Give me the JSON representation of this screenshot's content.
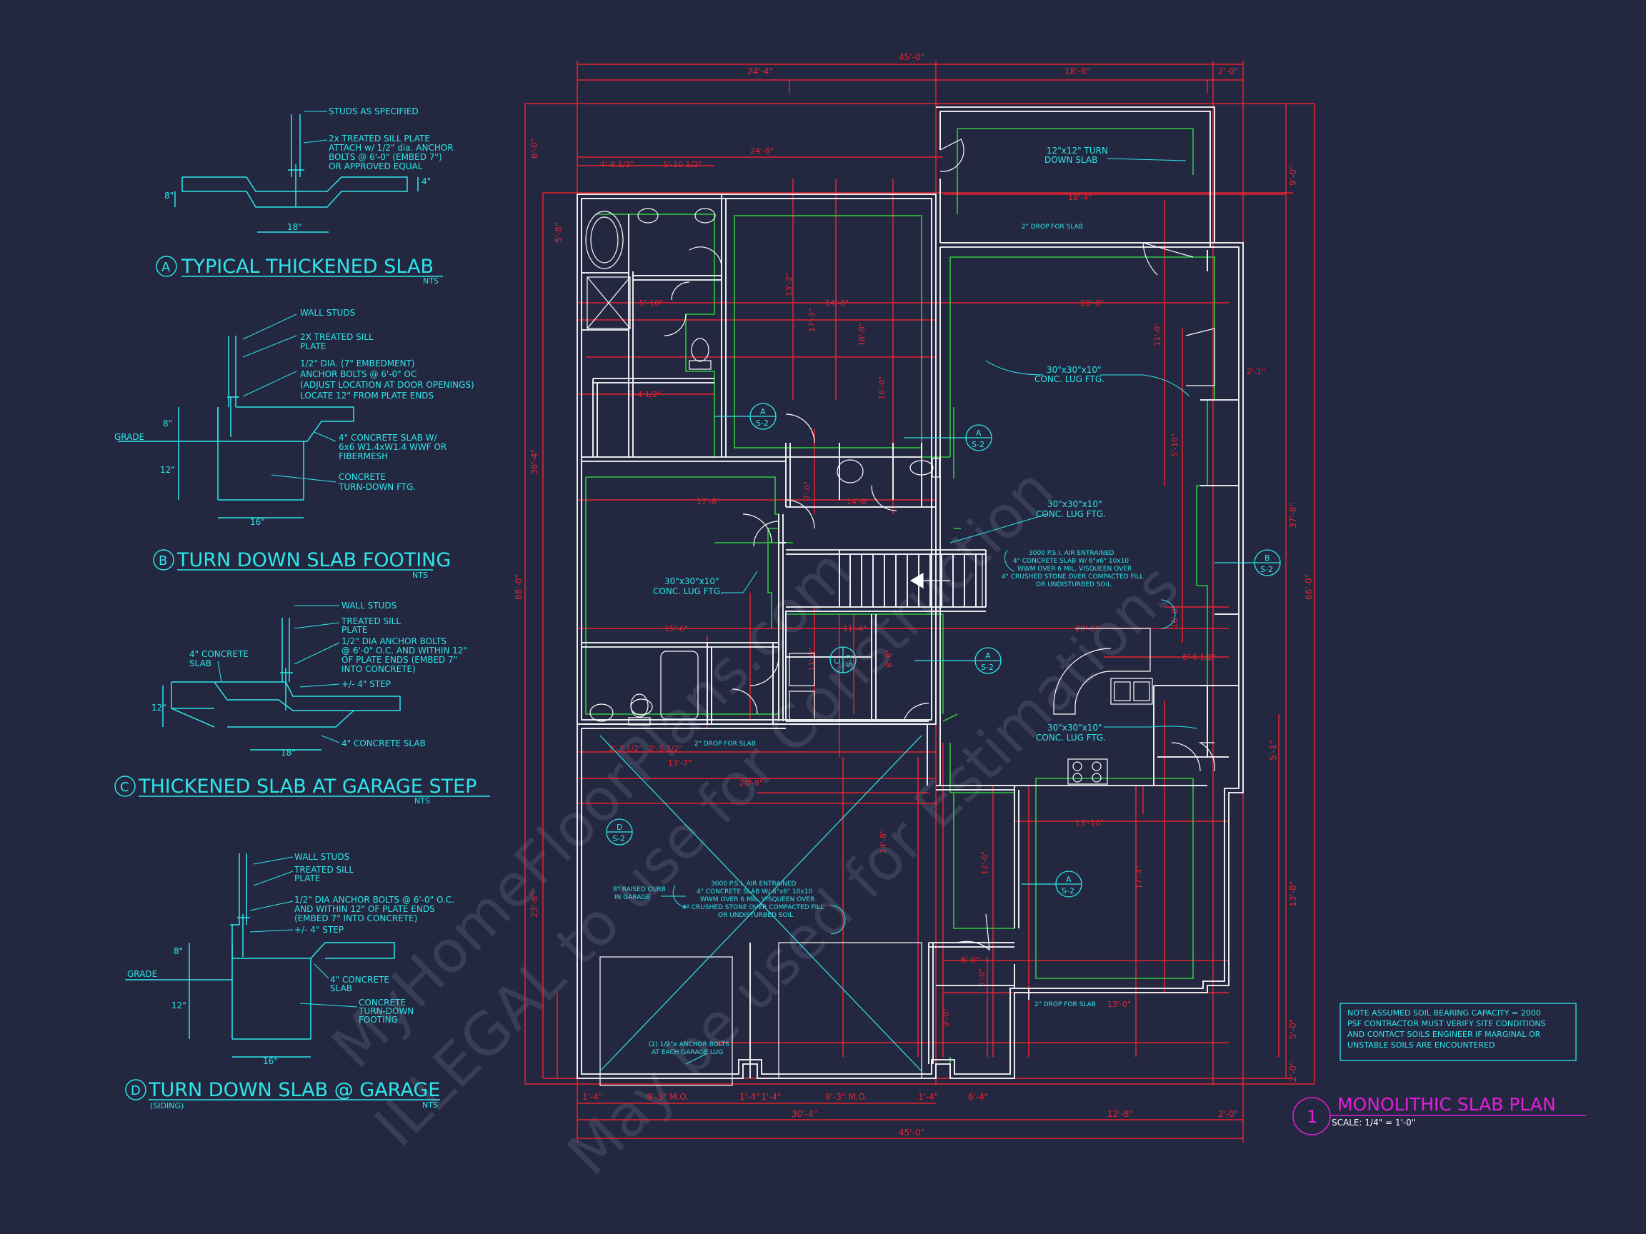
{
  "colors": {
    "background": "#232840",
    "dimension": "#e8232f",
    "annotation": "#2ee6ea",
    "wall": "#ffffff",
    "footing": "#2fc83f",
    "title_accent": "#e020d8",
    "watermark": "#4b5168"
  },
  "details": {
    "a": {
      "letter": "A",
      "title": "TYPICAL THICKENED SLAB",
      "scale": "NTS",
      "notes": [
        "STUDS AS SPECIFIED",
        "2x TREATED SILL PLATE",
        "ATTACH w/ 1/2\" dia. ANCHOR",
        "BOLTS @ 6'-0\" (EMBED 7\")",
        "OR APPROVED EQUAL"
      ],
      "dim_width": "18\"",
      "dim_depth": "8\"",
      "dim_slab": "4\""
    },
    "b": {
      "letter": "B",
      "title": "TURN DOWN SLAB FOOTING",
      "scale": "NTS",
      "notes": [
        "WALL STUDS",
        "2X TREATED SILL",
        "PLATE",
        "1/2\" DIA. (7\" EMBEDMENT)",
        "ANCHOR BOLTS @ 6'-0\" OC",
        "(ADJUST LOCATION AT DOOR OPENINGS)",
        "LOCATE 12\" FROM PLATE ENDS",
        "4\" CONCRETE SLAB W/",
        "6x6 W1.4xW1.4 WWF OR",
        "FIBERMESH",
        "CONCRETE",
        "TURN-DOWN FTG."
      ],
      "grade": "GRADE",
      "dim_8": "8\"",
      "dim_12": "12\"",
      "dim_width": "16\""
    },
    "c": {
      "letter": "C",
      "title": "THICKENED SLAB AT GARAGE STEP",
      "scale": "NTS",
      "notes": [
        "WALL STUDS",
        "TREATED SILL",
        "PLATE",
        "1/2\" DIA ANCHOR BOLTS",
        "@ 6'-0\" O.C. AND WITHIN 12\"",
        "OF PLATE ENDS (EMBED 7\"",
        "INTO CONCRETE)",
        "+/- 4\" STEP",
        "4\" CONCRETE SLAB"
      ],
      "left_note": [
        "4\" CONCRETE",
        "SLAB"
      ],
      "dim_width": "18\"",
      "dim_depth": "12\""
    },
    "d": {
      "letter": "D",
      "title": "TURN DOWN SLAB @ GARAGE",
      "subtitle": "(SIDING)",
      "scale": "NTS",
      "notes": [
        "WALL STUDS",
        "TREATED SILL",
        "PLATE",
        "1/2\" DIA ANCHOR BOLTS @ 6'-0\" O.C.",
        "AND WITHIN 12\" OF PLATE ENDS",
        "(EMBED 7\" INTO CONCRETE)",
        "+/- 4\" STEP",
        "4\" CONCRETE",
        "SLAB",
        "CONCRETE",
        "TURN-DOWN",
        "FOOTING"
      ],
      "grade": "GRADE",
      "dim_8": "8\"",
      "dim_12": "12\"",
      "dim_width": "16\""
    }
  },
  "plan": {
    "dims_top": {
      "overall": "45'-0\"",
      "left": "24'-4\"",
      "mid": "18'-8\"",
      "right": "2'-0\""
    },
    "dims_bottom": {
      "overall": "45'-0\"",
      "left": "30'-4\"",
      "right": "12'-8\"",
      "tail": "2'-0\""
    },
    "dims_bottom_small": [
      "1'-4\"",
      "9'-3\" M.O.",
      "1'-4\"",
      "1'-4\"",
      "9'-3\" M.O.",
      "1'-4\"",
      "6'-4\""
    ],
    "dims_left": {
      "overall": "68'-0\"",
      "upper": "36'-4\"",
      "lower": "23'-8\"",
      "top": "6'-0\"",
      "bath": "5'-8\""
    },
    "dims_right": {
      "overall": "66'-0\"",
      "upper": "37'-8\"",
      "top": "9'-0\"",
      "mid": "13'-8\"",
      "low1": "5'-1\"",
      "low2": "5'-0\"",
      "tail": "2'-0\""
    },
    "interior_dims": [
      "24'-8\"",
      "4'-8 1/2\"",
      "5'-10 1/2\"",
      "18'-4\"",
      "5'-10\"",
      "14'-8\"",
      "20'-8\"",
      "13'-2\"",
      "17'-3\"",
      "18'-8\"",
      "6'-4 1/2\"",
      "17'-8\"",
      "7'-0\"",
      "14'-8\"",
      "15'-6\"",
      "11'-4\"",
      "11'-0\"",
      "20'-0\"",
      "6'-6 1/2\"",
      "13'-7\"",
      "20'-8\"",
      "2'-7 1/2\"",
      "2'-5 1/2\"",
      "13'-10\"",
      "17'-3\"",
      "12'-0\"",
      "13'-0\"",
      "6'-0\"",
      "5'-0\"",
      "9'-0\"",
      "14'-8\"",
      "5'-10\"",
      "2'-1\"",
      "11'-8\"",
      "16'-8\"",
      "16'-0\"",
      "8'-6\""
    ],
    "labels": {
      "turn_down": [
        "12\"x12\" TURN",
        "DOWN SLAB"
      ],
      "drop_top": "2\" DROP FOR SLAB",
      "lug1": [
        "30\"x30\"x10\"",
        "CONC. LUG FTG."
      ],
      "lug2": [
        "30\"x30\"x10\"",
        "CONC. LUG FTG."
      ],
      "lug3": [
        "30\"x30\"x10\"",
        "CONC. LUG FTG."
      ],
      "lug4": [
        "30\"x30\"x10\"",
        "CONC. LUG FTG."
      ],
      "slab_spec": [
        "3000 P.S.I. AIR ENTRAINED",
        "4\" CONCRETE SLAB W/ 6\"x6\" 10x10",
        "WWM OVER 6 MIL. VISQUEEN OVER",
        "4\" CRUSHED STONE OVER COMPACTED FILL",
        "OR UNDISTURBED SOIL"
      ],
      "garage_spec": [
        "3000 P.S.I. AIR ENTRAINED",
        "4\" CONCRETE SLAB W/ 6\"x6\" 10x10",
        "WWM OVER 6 MIL. VISQUEEN OVER",
        "4\" CRUSHED STONE OVER COMPACTED FILL",
        "OR UNDISTURBED SOIL"
      ],
      "curb": [
        "8\" RAISED CURB",
        "IN GARAGE"
      ],
      "anchor": [
        "(2) 1/2\"ø ANCHOR BOLTS",
        "AT EACH GARAGE LUG"
      ],
      "drop_mid": "2\" DROP FOR SLAB",
      "drop_bottom": "2\" DROP FOR SLAB"
    },
    "callouts": [
      {
        "letter": "A",
        "sheet": "S-2"
      },
      {
        "letter": "A",
        "sheet": "S-2"
      },
      {
        "letter": "A",
        "sheet": "S-2"
      },
      {
        "letter": "A",
        "sheet": "S-2"
      },
      {
        "letter": "B",
        "sheet": "S-2"
      },
      {
        "letter": "C",
        "sheet": "S-2"
      },
      {
        "letter": "D",
        "sheet": "S-2"
      }
    ]
  },
  "note": [
    "NOTE ASSUMED SOIL BEARING CAPACITY = 2000",
    "PSF CONTRACTOR MUST VERIFY SITE CONDITIONS",
    "AND CONTACT SOILS ENGINEER IF MARGINAL OR",
    "UNSTABLE SOILS ARE ENCOUNTERED"
  ],
  "title_block": {
    "number": "1",
    "title": "MONOLITHIC SLAB PLAN",
    "scale": "SCALE: 1/4\" = 1'-0\""
  },
  "watermark": [
    "MyHomeFloorPlans.com",
    "ILLEGAL to use for Construction",
    "May be used for Estimations"
  ]
}
